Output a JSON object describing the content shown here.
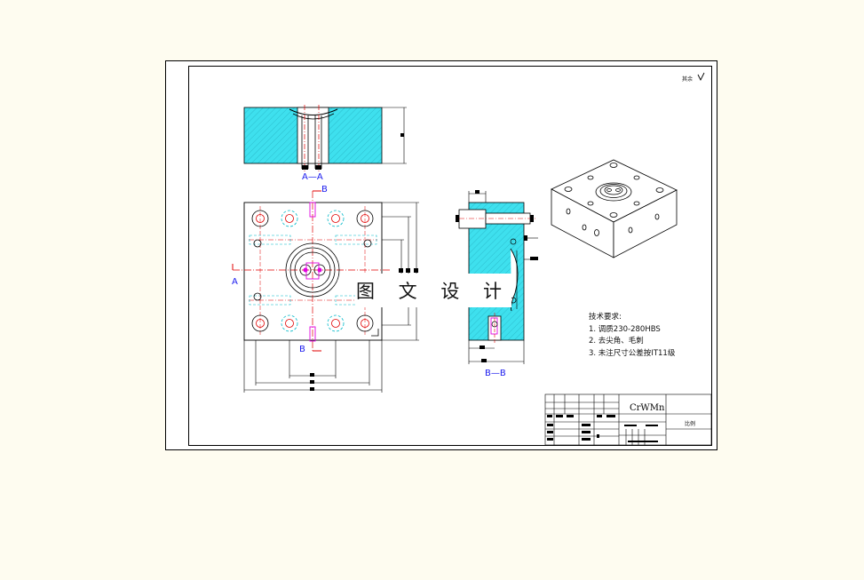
{
  "watermark": "图 文 设 计",
  "views": {
    "section_aa_label": "A—A",
    "section_bb_label": "B—B",
    "cut_b_top": "B",
    "cut_b_bottom": "B",
    "cut_a_left": "A"
  },
  "roughness_note": "其余",
  "technical_requirements": {
    "title": "技术要求:",
    "items": [
      "1. 调质230-280HBS",
      "2. 去尖角、毛刺",
      "3. 未注尺寸公差按IT11级"
    ]
  },
  "title_block": {
    "material": "CrWMn",
    "scale_label": "比例"
  },
  "colors": {
    "section_fill": "#3ee0ee",
    "outline": "#000000",
    "center_line": "#e00000",
    "hidden_line": "#00b8c8",
    "marker": "#e000e0",
    "label_blue": "#1a1aee"
  }
}
